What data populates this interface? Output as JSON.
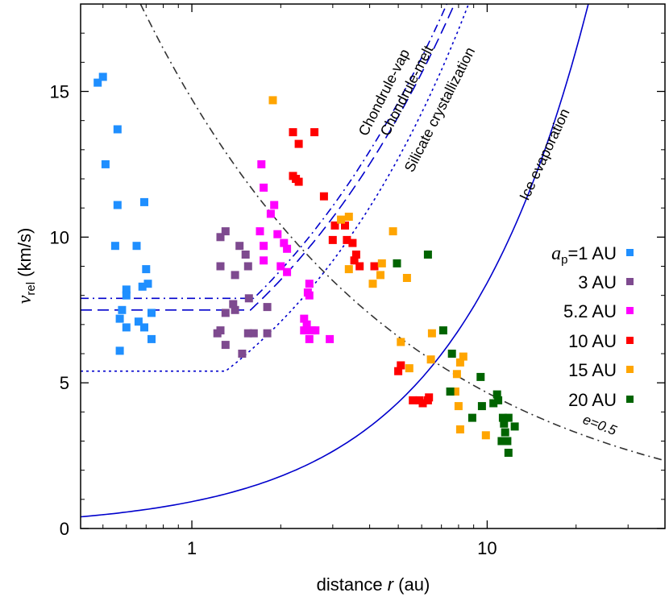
{
  "chart_data": {
    "type": "scatter",
    "xlabel_prefix": "distance ",
    "xlabel_var": "r",
    "xlabel_suffix": " (au)",
    "ylabel_var": "v",
    "ylabel_sub": "rel",
    "ylabel_suffix": " (km/s)",
    "xscale": "log",
    "xlim": [
      0.42,
      40
    ],
    "ylim": [
      0,
      18
    ],
    "x_ticks": [
      1,
      10
    ],
    "x_tick_labels": [
      "1",
      "10"
    ],
    "y_ticks": [
      0,
      5,
      10,
      15
    ],
    "y_tick_labels": [
      "0",
      "5",
      "10",
      "15"
    ],
    "grid": false,
    "legend_position": "right",
    "legend_header_var": "a",
    "legend_header_sub": "p",
    "series": [
      {
        "name": "=1 AU",
        "color": "#1f8fff",
        "points": [
          [
            0.48,
            15.3
          ],
          [
            0.5,
            15.5
          ],
          [
            0.51,
            12.5
          ],
          [
            0.56,
            13.7
          ],
          [
            0.56,
            11.1
          ],
          [
            0.55,
            9.7
          ],
          [
            0.65,
            9.7
          ],
          [
            0.69,
            11.2
          ],
          [
            0.7,
            8.9
          ],
          [
            0.68,
            8.3
          ],
          [
            0.71,
            8.4
          ],
          [
            0.6,
            8.2
          ],
          [
            0.6,
            8.0
          ],
          [
            0.58,
            7.5
          ],
          [
            0.73,
            7.4
          ],
          [
            0.57,
            7.2
          ],
          [
            0.6,
            6.9
          ],
          [
            0.66,
            7.1
          ],
          [
            0.69,
            6.9
          ],
          [
            0.73,
            6.5
          ],
          [
            0.57,
            6.1
          ]
        ]
      },
      {
        "name": "3 AU",
        "color": "#7e4a8f",
        "points": [
          [
            1.25,
            10.0
          ],
          [
            1.3,
            10.2
          ],
          [
            1.45,
            9.7
          ],
          [
            1.52,
            9.4
          ],
          [
            1.25,
            9.0
          ],
          [
            1.55,
            9.0
          ],
          [
            1.4,
            8.7
          ],
          [
            1.56,
            7.9
          ],
          [
            1.3,
            7.4
          ],
          [
            1.38,
            7.7
          ],
          [
            1.4,
            7.5
          ],
          [
            1.8,
            7.6
          ],
          [
            1.25,
            6.8
          ],
          [
            1.22,
            6.7
          ],
          [
            1.55,
            6.7
          ],
          [
            1.8,
            6.7
          ],
          [
            1.3,
            6.3
          ],
          [
            1.48,
            6.0
          ],
          [
            1.62,
            6.7
          ]
        ]
      },
      {
        "name": "5.2 AU",
        "color": "#ff00ff",
        "points": [
          [
            1.72,
            12.5
          ],
          [
            1.75,
            11.7
          ],
          [
            1.9,
            11.1
          ],
          [
            1.85,
            10.8
          ],
          [
            1.7,
            10.2
          ],
          [
            1.95,
            10.1
          ],
          [
            2.05,
            9.8
          ],
          [
            2.1,
            9.6
          ],
          [
            1.75,
            9.7
          ],
          [
            1.75,
            9.2
          ],
          [
            2.0,
            9.0
          ],
          [
            2.1,
            8.8
          ],
          [
            2.5,
            8.4
          ],
          [
            2.47,
            8.1
          ],
          [
            2.5,
            8.0
          ],
          [
            2.4,
            7.2
          ],
          [
            2.45,
            7.0
          ],
          [
            2.4,
            6.8
          ],
          [
            2.55,
            6.8
          ],
          [
            2.62,
            6.8
          ],
          [
            2.5,
            6.5
          ],
          [
            2.93,
            6.5
          ]
        ]
      },
      {
        "name": "10 AU",
        "color": "#ff0000",
        "points": [
          [
            2.2,
            13.6
          ],
          [
            2.6,
            13.6
          ],
          [
            2.3,
            13.2
          ],
          [
            2.2,
            12.1
          ],
          [
            2.3,
            11.9
          ],
          [
            2.25,
            12.0
          ],
          [
            2.8,
            11.4
          ],
          [
            3.05,
            10.4
          ],
          [
            3.3,
            10.4
          ],
          [
            3.35,
            9.9
          ],
          [
            3.0,
            9.9
          ],
          [
            3.5,
            9.8
          ],
          [
            3.6,
            9.4
          ],
          [
            3.55,
            9.2
          ],
          [
            3.7,
            9.0
          ],
          [
            4.15,
            9.0
          ],
          [
            5.0,
            5.4
          ],
          [
            5.1,
            5.6
          ],
          [
            5.6,
            4.4
          ],
          [
            5.9,
            4.4
          ],
          [
            6.05,
            4.3
          ],
          [
            6.3,
            4.4
          ],
          [
            6.35,
            4.5
          ]
        ]
      },
      {
        "name": "15 AU",
        "color": "#ffa500",
        "points": [
          [
            1.88,
            14.7
          ],
          [
            3.2,
            10.6
          ],
          [
            3.4,
            10.7
          ],
          [
            4.8,
            10.2
          ],
          [
            4.4,
            9.1
          ],
          [
            3.4,
            8.9
          ],
          [
            4.35,
            8.7
          ],
          [
            5.35,
            8.6
          ],
          [
            4.1,
            8.4
          ],
          [
            5.1,
            6.4
          ],
          [
            6.5,
            6.7
          ],
          [
            5.45,
            5.5
          ],
          [
            6.45,
            5.8
          ],
          [
            7.9,
            5.3
          ],
          [
            8.1,
            5.7
          ],
          [
            8.3,
            5.9
          ],
          [
            7.8,
            4.7
          ],
          [
            8.0,
            4.2
          ],
          [
            8.1,
            3.4
          ],
          [
            9.9,
            3.2
          ]
        ]
      },
      {
        "name": "20 AU",
        "color": "#006400",
        "points": [
          [
            6.3,
            9.4
          ],
          [
            4.95,
            9.1
          ],
          [
            7.1,
            6.8
          ],
          [
            7.6,
            6.0
          ],
          [
            9.5,
            5.2
          ],
          [
            7.5,
            4.7
          ],
          [
            10.8,
            4.6
          ],
          [
            10.9,
            4.4
          ],
          [
            10.5,
            4.3
          ],
          [
            9.6,
            4.2
          ],
          [
            8.9,
            3.8
          ],
          [
            11.3,
            3.8
          ],
          [
            11.8,
            3.8
          ],
          [
            12.4,
            3.5
          ],
          [
            11.4,
            3.6
          ],
          [
            11.5,
            3.3
          ],
          [
            11.2,
            3.0
          ],
          [
            11.7,
            3.0
          ],
          [
            11.8,
            2.6
          ]
        ]
      }
    ],
    "curves": [
      {
        "label": "Chondrule-vap",
        "style": "dashdot",
        "color": "#0000cc",
        "plateau": 7.9,
        "knee": 1.62,
        "x_end": 7.3
      },
      {
        "label": "Chondrule-melt",
        "style": "dashed",
        "color": "#0000cc",
        "plateau": 7.5,
        "knee": 1.58,
        "x_end": 7.75
      },
      {
        "label": "Silicate crystallization",
        "style": "dotted",
        "color": "#0000cc",
        "plateau": 5.4,
        "knee": 1.3,
        "x_end": 8.65
      },
      {
        "label": "Ice evaporation",
        "style": "solid",
        "color": "#0000cc",
        "plateau": null,
        "knee": null,
        "x_end": 22.0
      },
      {
        "label": "e=0.5",
        "style": "dashdot",
        "color": "#333333",
        "plateau": null,
        "knee": null,
        "x_end": 40.0
      }
    ]
  }
}
